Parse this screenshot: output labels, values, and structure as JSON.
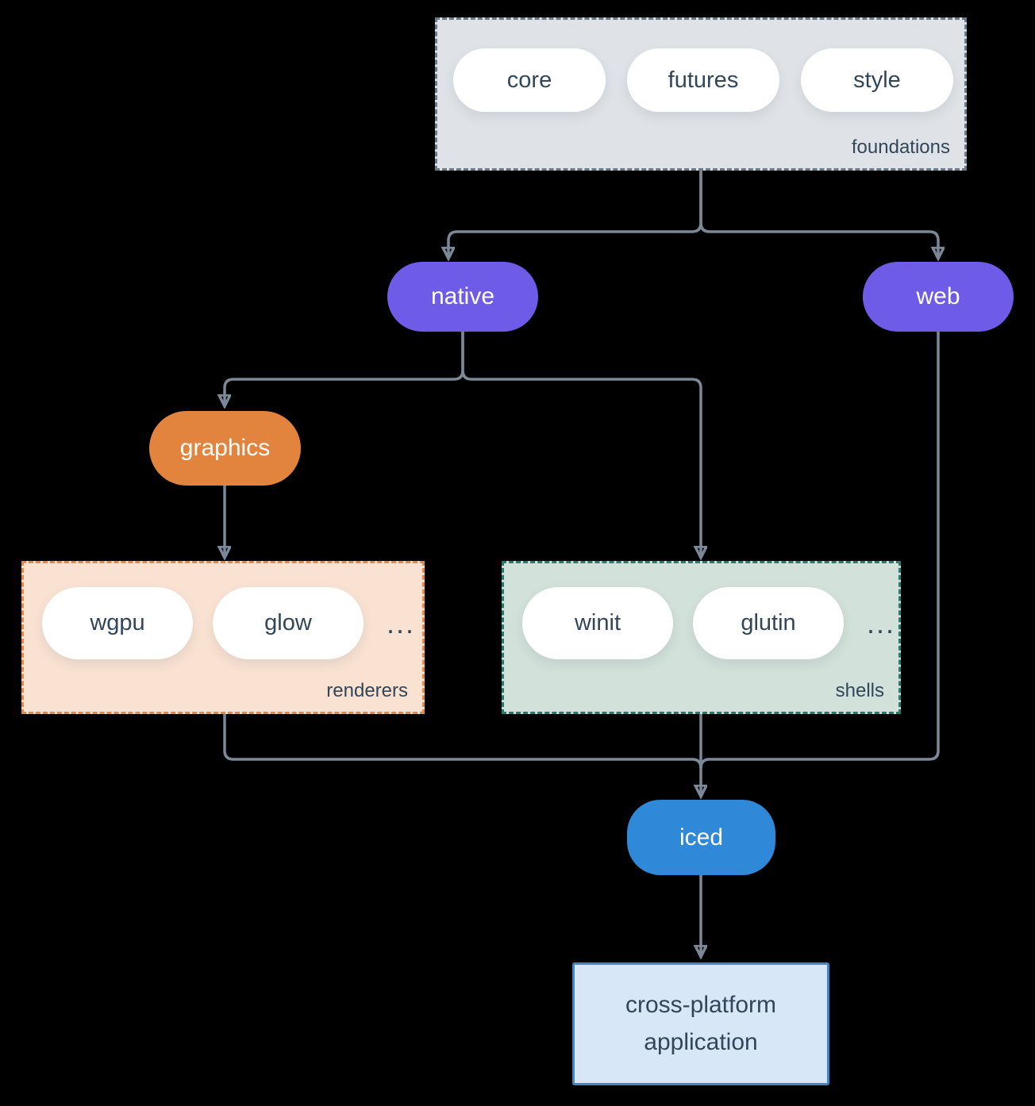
{
  "groups": {
    "foundations": {
      "label": "foundations",
      "pills": [
        {
          "label": "core"
        },
        {
          "label": "futures"
        },
        {
          "label": "style"
        }
      ]
    },
    "renderers": {
      "label": "renderers",
      "pills": [
        {
          "label": "wgpu"
        },
        {
          "label": "glow"
        }
      ],
      "ellipsis": "..."
    },
    "shells": {
      "label": "shells",
      "pills": [
        {
          "label": "winit"
        },
        {
          "label": "glutin"
        }
      ],
      "ellipsis": "..."
    }
  },
  "nodes": {
    "native": {
      "label": "native"
    },
    "web": {
      "label": "web"
    },
    "graphics": {
      "label": "graphics"
    },
    "iced": {
      "label": "iced"
    },
    "application": {
      "label": "cross-platform application"
    }
  },
  "colors": {
    "background": "#000000",
    "connector": "#7b8897",
    "foundations_fill": "#dfe3e7",
    "foundations_border": "#6b7b89",
    "renderers_fill": "#f9e2d2",
    "renderers_border": "#e8873e",
    "shells_fill": "#d2e1da",
    "shells_border": "#227d6d",
    "native_web_fill": "#6e5ce8",
    "graphics_fill": "#e2833e",
    "iced_fill": "#2f88d8",
    "application_fill": "#d7e7f8",
    "application_border": "#3e86c8",
    "pill_fill": "#ffffff",
    "text_dark": "#32465a",
    "text_light": "#ffffff"
  }
}
